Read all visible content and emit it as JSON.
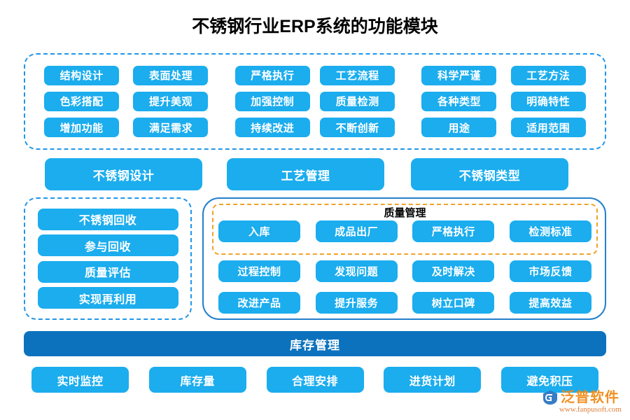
{
  "page": {
    "title": "不锈钢行业ERP系统的功能模块",
    "accent_blue": "#1BADEE",
    "dark_blue": "#0C72BE",
    "dashed_blue": "#2196E8",
    "dashed_orange": "#F0A32A",
    "outline_blue": "#2380CB"
  },
  "top_box": {
    "cells": [
      {
        "label": "结构设计"
      },
      {
        "label": "表面处理"
      },
      {
        "label": "严格执行"
      },
      {
        "label": "工艺流程"
      },
      {
        "label": "科学严谨"
      },
      {
        "label": "工艺方法"
      },
      {
        "label": "色彩搭配"
      },
      {
        "label": "提升美观"
      },
      {
        "label": "加强控制"
      },
      {
        "label": "质量检测"
      },
      {
        "label": "各种类型"
      },
      {
        "label": "明确特性"
      },
      {
        "label": "增加功能"
      },
      {
        "label": "满足需求"
      },
      {
        "label": "持续改进"
      },
      {
        "label": "不断创新"
      },
      {
        "label": "用途"
      },
      {
        "label": "适用范围"
      }
    ]
  },
  "section_bars": {
    "design": "不锈钢设计",
    "process": "工艺管理",
    "type": "不锈钢类型"
  },
  "recycle_box": {
    "items": [
      {
        "label": "不锈钢回收"
      },
      {
        "label": "参与回收"
      },
      {
        "label": "质量评估"
      },
      {
        "label": "实现再利用"
      }
    ]
  },
  "quality": {
    "title": "质量管理",
    "inner_row": [
      {
        "label": "入库"
      },
      {
        "label": "成品出厂"
      },
      {
        "label": "严格执行"
      },
      {
        "label": "检测标准"
      }
    ],
    "row2": [
      {
        "label": "过程控制"
      },
      {
        "label": "发现问题"
      },
      {
        "label": "及时解决"
      },
      {
        "label": "市场反馈"
      }
    ],
    "row3": [
      {
        "label": "改进产品"
      },
      {
        "label": "提升服务"
      },
      {
        "label": "树立口碑"
      },
      {
        "label": "提高效益"
      }
    ]
  },
  "inventory": {
    "title": "库存管理",
    "items": [
      {
        "label": "实时监控"
      },
      {
        "label": "库存量"
      },
      {
        "label": "合理安排"
      },
      {
        "label": "进货计划"
      },
      {
        "label": "避免积压"
      }
    ]
  },
  "watermark": {
    "brand": "泛普软件",
    "url": "www.fanpusoft.com"
  }
}
